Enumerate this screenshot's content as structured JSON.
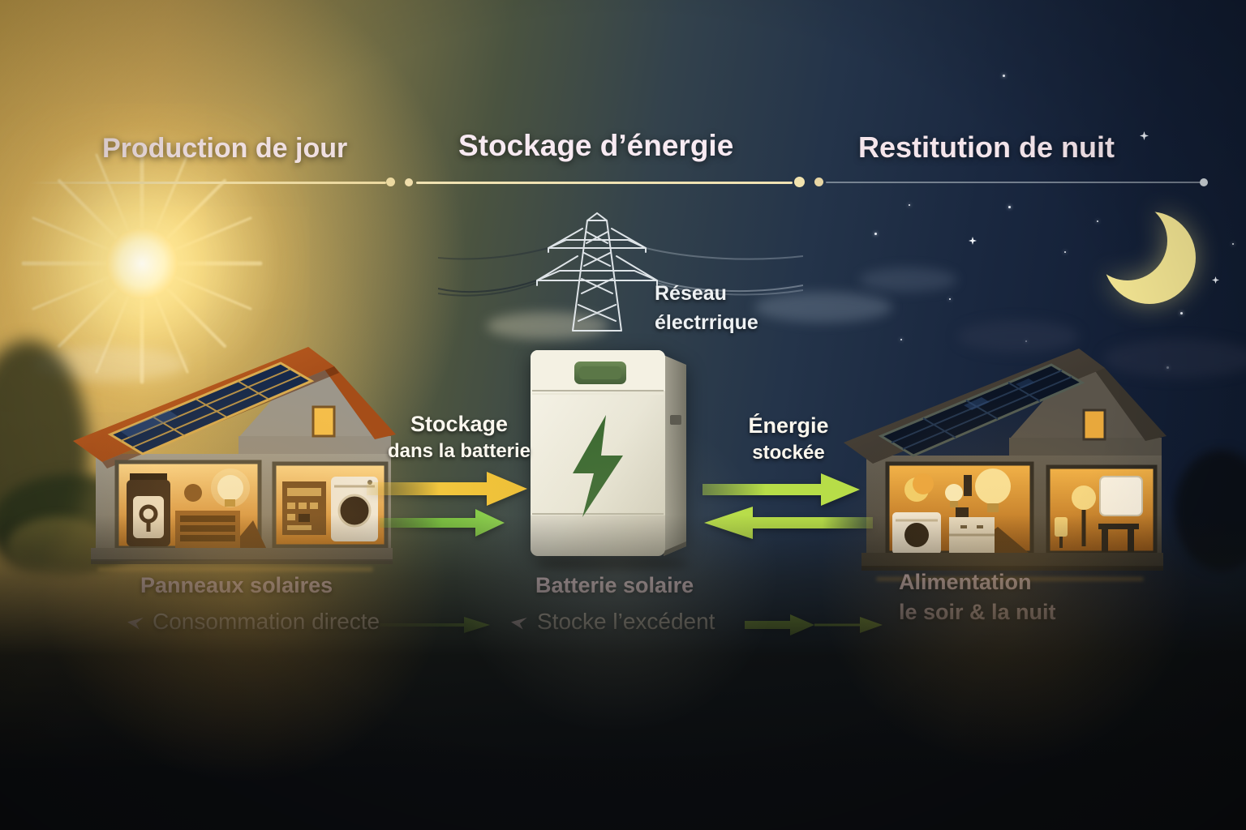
{
  "phases": {
    "day": "Production de jour",
    "storage": "Stockage d’énergie",
    "night": "Restitution de nuit"
  },
  "grid": {
    "label_line1": "Réseau",
    "label_line2": "électrrique"
  },
  "flows": {
    "charge": {
      "line1": "Stockage",
      "line2": "dans la batterie"
    },
    "discharge": {
      "line1": "Énergie",
      "line2": "stockée"
    }
  },
  "captions": {
    "panels": {
      "title": "Panneaux solaires",
      "subtitle": "Consommation directe"
    },
    "battery": {
      "title": "Batterie solaire",
      "subtitle": "Stocke l’excédent"
    },
    "night": {
      "line1": "Alimentation",
      "line2": "le soir & la nuit"
    }
  },
  "icons": [
    "sun-icon",
    "moon-icon",
    "star-icon",
    "cloud",
    "power-pylon-icon",
    "power-lines",
    "solar-house-day-icon",
    "solar-house-night-icon",
    "battery-icon",
    "lightning-bolt-icon",
    "arrow-yellow-right",
    "arrow-green-right",
    "arrow-lime-right",
    "arrow-lime-left",
    "cursor-bullet-icon"
  ],
  "colors": {
    "arrow_yellow": "#f2c63e",
    "arrow_green": "#7dc242",
    "arrow_lime": "#b7dd48",
    "timeline_gold": "#ecd9a0",
    "timeline_gray": "#b7bfc7",
    "heading_pink": "#f6e7ee",
    "caption_pink": "#f6dbe6",
    "label_white": "#faf6ec",
    "battery_body": "#efecdd",
    "battery_bolt_green": "#3c6a31",
    "sky_day_gold": "#c8a24b",
    "sky_night_navy": "#0f1a2e"
  }
}
